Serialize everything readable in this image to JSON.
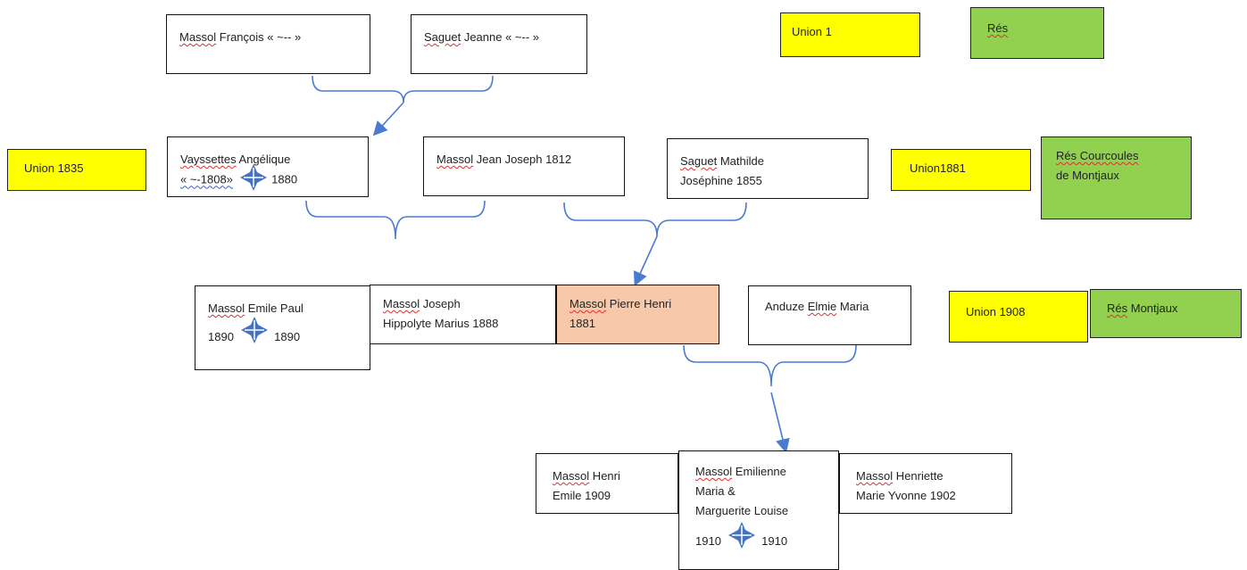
{
  "top": {
    "francois": {
      "surname": "Massol",
      "rest": " François « ~-- »"
    },
    "jeanne": {
      "surname": "Saguet",
      "rest": " Jeanne « ~-- »"
    }
  },
  "gen2": {
    "angelique": {
      "surname": "Vayssettes",
      "rest": " Angélique",
      "line2_pre": "« ~-1808»",
      "line2_post": "1880"
    },
    "jean_joseph": {
      "surname": "Massol",
      "rest": " Jean Joseph 1812"
    },
    "mathilde": {
      "surname": "Saguet",
      "rest": " Mathilde",
      "line2": "Joséphine 1855"
    }
  },
  "gen3": {
    "emile_paul": {
      "surname": "Massol",
      "rest": " Emile Paul",
      "birth": "1890",
      "death": "1890"
    },
    "joseph_hippolyte": {
      "surname": "Massol",
      "rest": " Joseph",
      "line2": "Hippolyte Marius 1888"
    },
    "pierre_henri": {
      "surname": "Massol",
      "rest": " Pierre Henri",
      "line2": "1881"
    },
    "elmie": {
      "pre": "Anduze ",
      "mid": "Elmie",
      "post": " Maria"
    }
  },
  "gen4": {
    "henri_emile": {
      "surname": "Massol",
      "rest": " Henri",
      "line2": "Emile 1909"
    },
    "emilienne": {
      "surname": "Massol",
      "rest": " Emilienne",
      "line2": "Maria &",
      "line3": "Marguerite Louise",
      "birth": "1910",
      "death": "1910"
    },
    "henriette": {
      "surname": "Massol",
      "rest": " Henriette",
      "line2": "Marie Yvonne 1902"
    }
  },
  "notes": {
    "union1": "Union 1",
    "res1": "Rés",
    "union1835": "Union 1835",
    "union1881": "Union1881",
    "res_courcoules_1": "Rés Courcoules",
    "res_courcoules_2": "de Montjaux",
    "union1908": "Union 1908",
    "res_montjaux_pre": "Rés",
    "res_montjaux_post": " Montjaux"
  },
  "colors": {
    "note_yellow": "#ffff00",
    "note_green": "#92d050",
    "highlight": "#f7c9aa",
    "connector": "#4a7bd0"
  },
  "icons": [
    "cross-icon"
  ]
}
